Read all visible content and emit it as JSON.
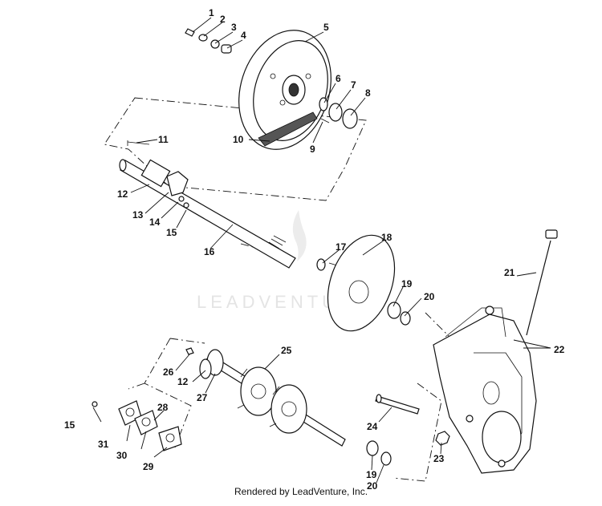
{
  "watermark": "LEADVENTURE",
  "footer": "Rendered by LeadVenture, Inc.",
  "callouts": [
    "1",
    "2",
    "3",
    "4",
    "5",
    "6",
    "7",
    "8",
    "9",
    "10",
    "11",
    "12",
    "13",
    "14",
    "15",
    "16",
    "17",
    "18",
    "19",
    "20",
    "21",
    "22",
    "12",
    "15",
    "19",
    "20",
    "23",
    "24",
    "25",
    "26",
    "27",
    "28",
    "29",
    "30",
    "31"
  ]
}
